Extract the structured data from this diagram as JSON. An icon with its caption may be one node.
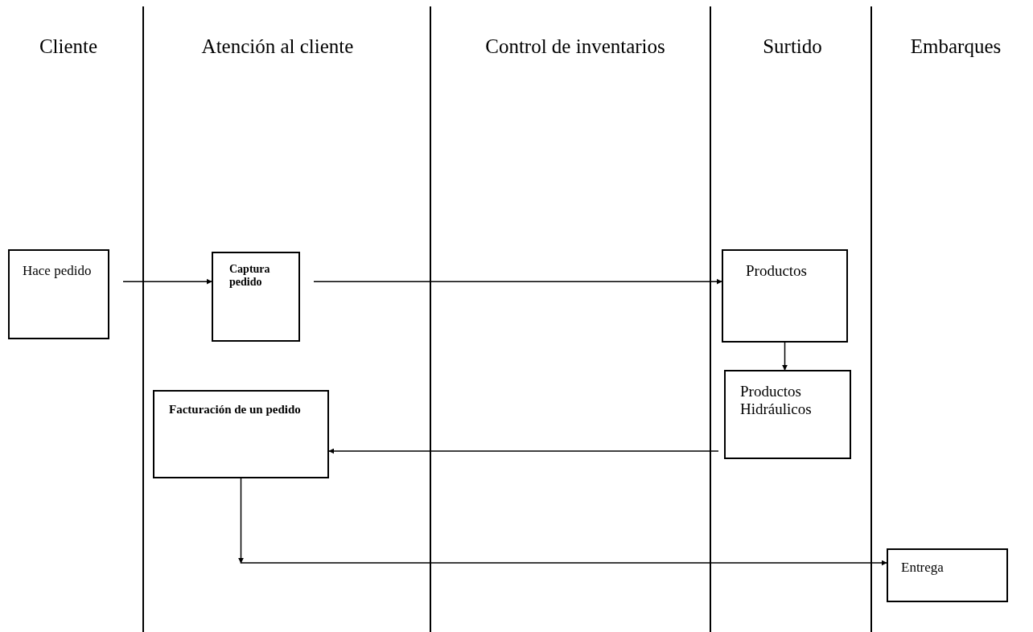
{
  "diagram": {
    "nodes": [
      {
        "text": [
          "Hace pedido"
        ]
      },
      {
        "text": [
          "Captura pedido"
        ]
      },
      {
        "text": [
          "Productos"
        ]
      },
      {
        "text": [
          "Productos Hidráulicos"
        ]
      },
      {
        "text": [
          "Facturación de un pedido"
        ]
      },
      {
        "text": [
          "Entrega"
        ]
      }
    ],
    "edges": [
      {
        "from": 0,
        "to": 1,
        "arrow": "to"
      },
      {
        "from": 1,
        "to": 2,
        "arrow": "to"
      },
      {
        "from": 2,
        "to": 3,
        "arrow": "to"
      },
      {
        "from": 3,
        "to": 4,
        "arrow": "to"
      },
      {
        "from": 4,
        "to": 5,
        "arrow": "to"
      }
    ],
    "labels": [
      "Cliente",
      "Atención al cliente",
      "Control de inventarios",
      "Surtido",
      "Embarques"
    ]
  }
}
